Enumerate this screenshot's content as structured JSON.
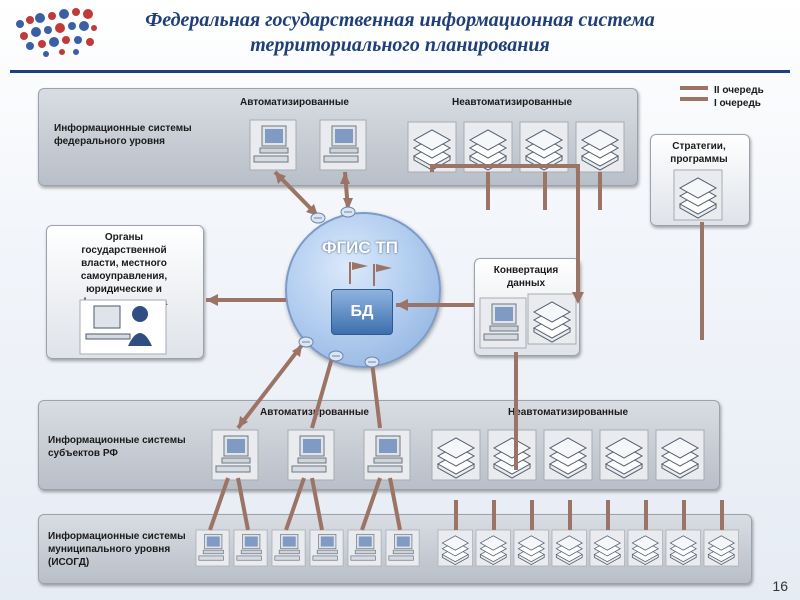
{
  "header": {
    "title_line1": "Федеральная государственная информационная система",
    "title_line2": "территориального планирования"
  },
  "legend": {
    "items": [
      {
        "label": "II очередь"
      },
      {
        "label": "I очередь"
      }
    ]
  },
  "federal": {
    "label": "Информационные системы федерального уровня",
    "automated_label": "Автоматизированные",
    "nonautomated_label": "Неавтоматизированные"
  },
  "strategies": {
    "label": "Стратегии, программы"
  },
  "organs": {
    "label": "Органы государственной власти, местного самоуправления, юридические и физические лица"
  },
  "fgis": {
    "label": "ФГИС ТП",
    "db_label": "БД"
  },
  "conversion": {
    "label": "Конвертация данных"
  },
  "regional": {
    "label": "Информационные системы субъектов РФ",
    "automated_label": "Автоматизированные",
    "nonautomated_label": "Неавтоматизированные"
  },
  "municipal": {
    "label": "Информационные системы муниципального уровня (ИСОГД)"
  },
  "page": {
    "number": "16"
  },
  "colors": {
    "title": "#1f3f7a",
    "connector": "#9b7466",
    "panel": "#c8cdd4",
    "circle": "#b4cff0"
  }
}
